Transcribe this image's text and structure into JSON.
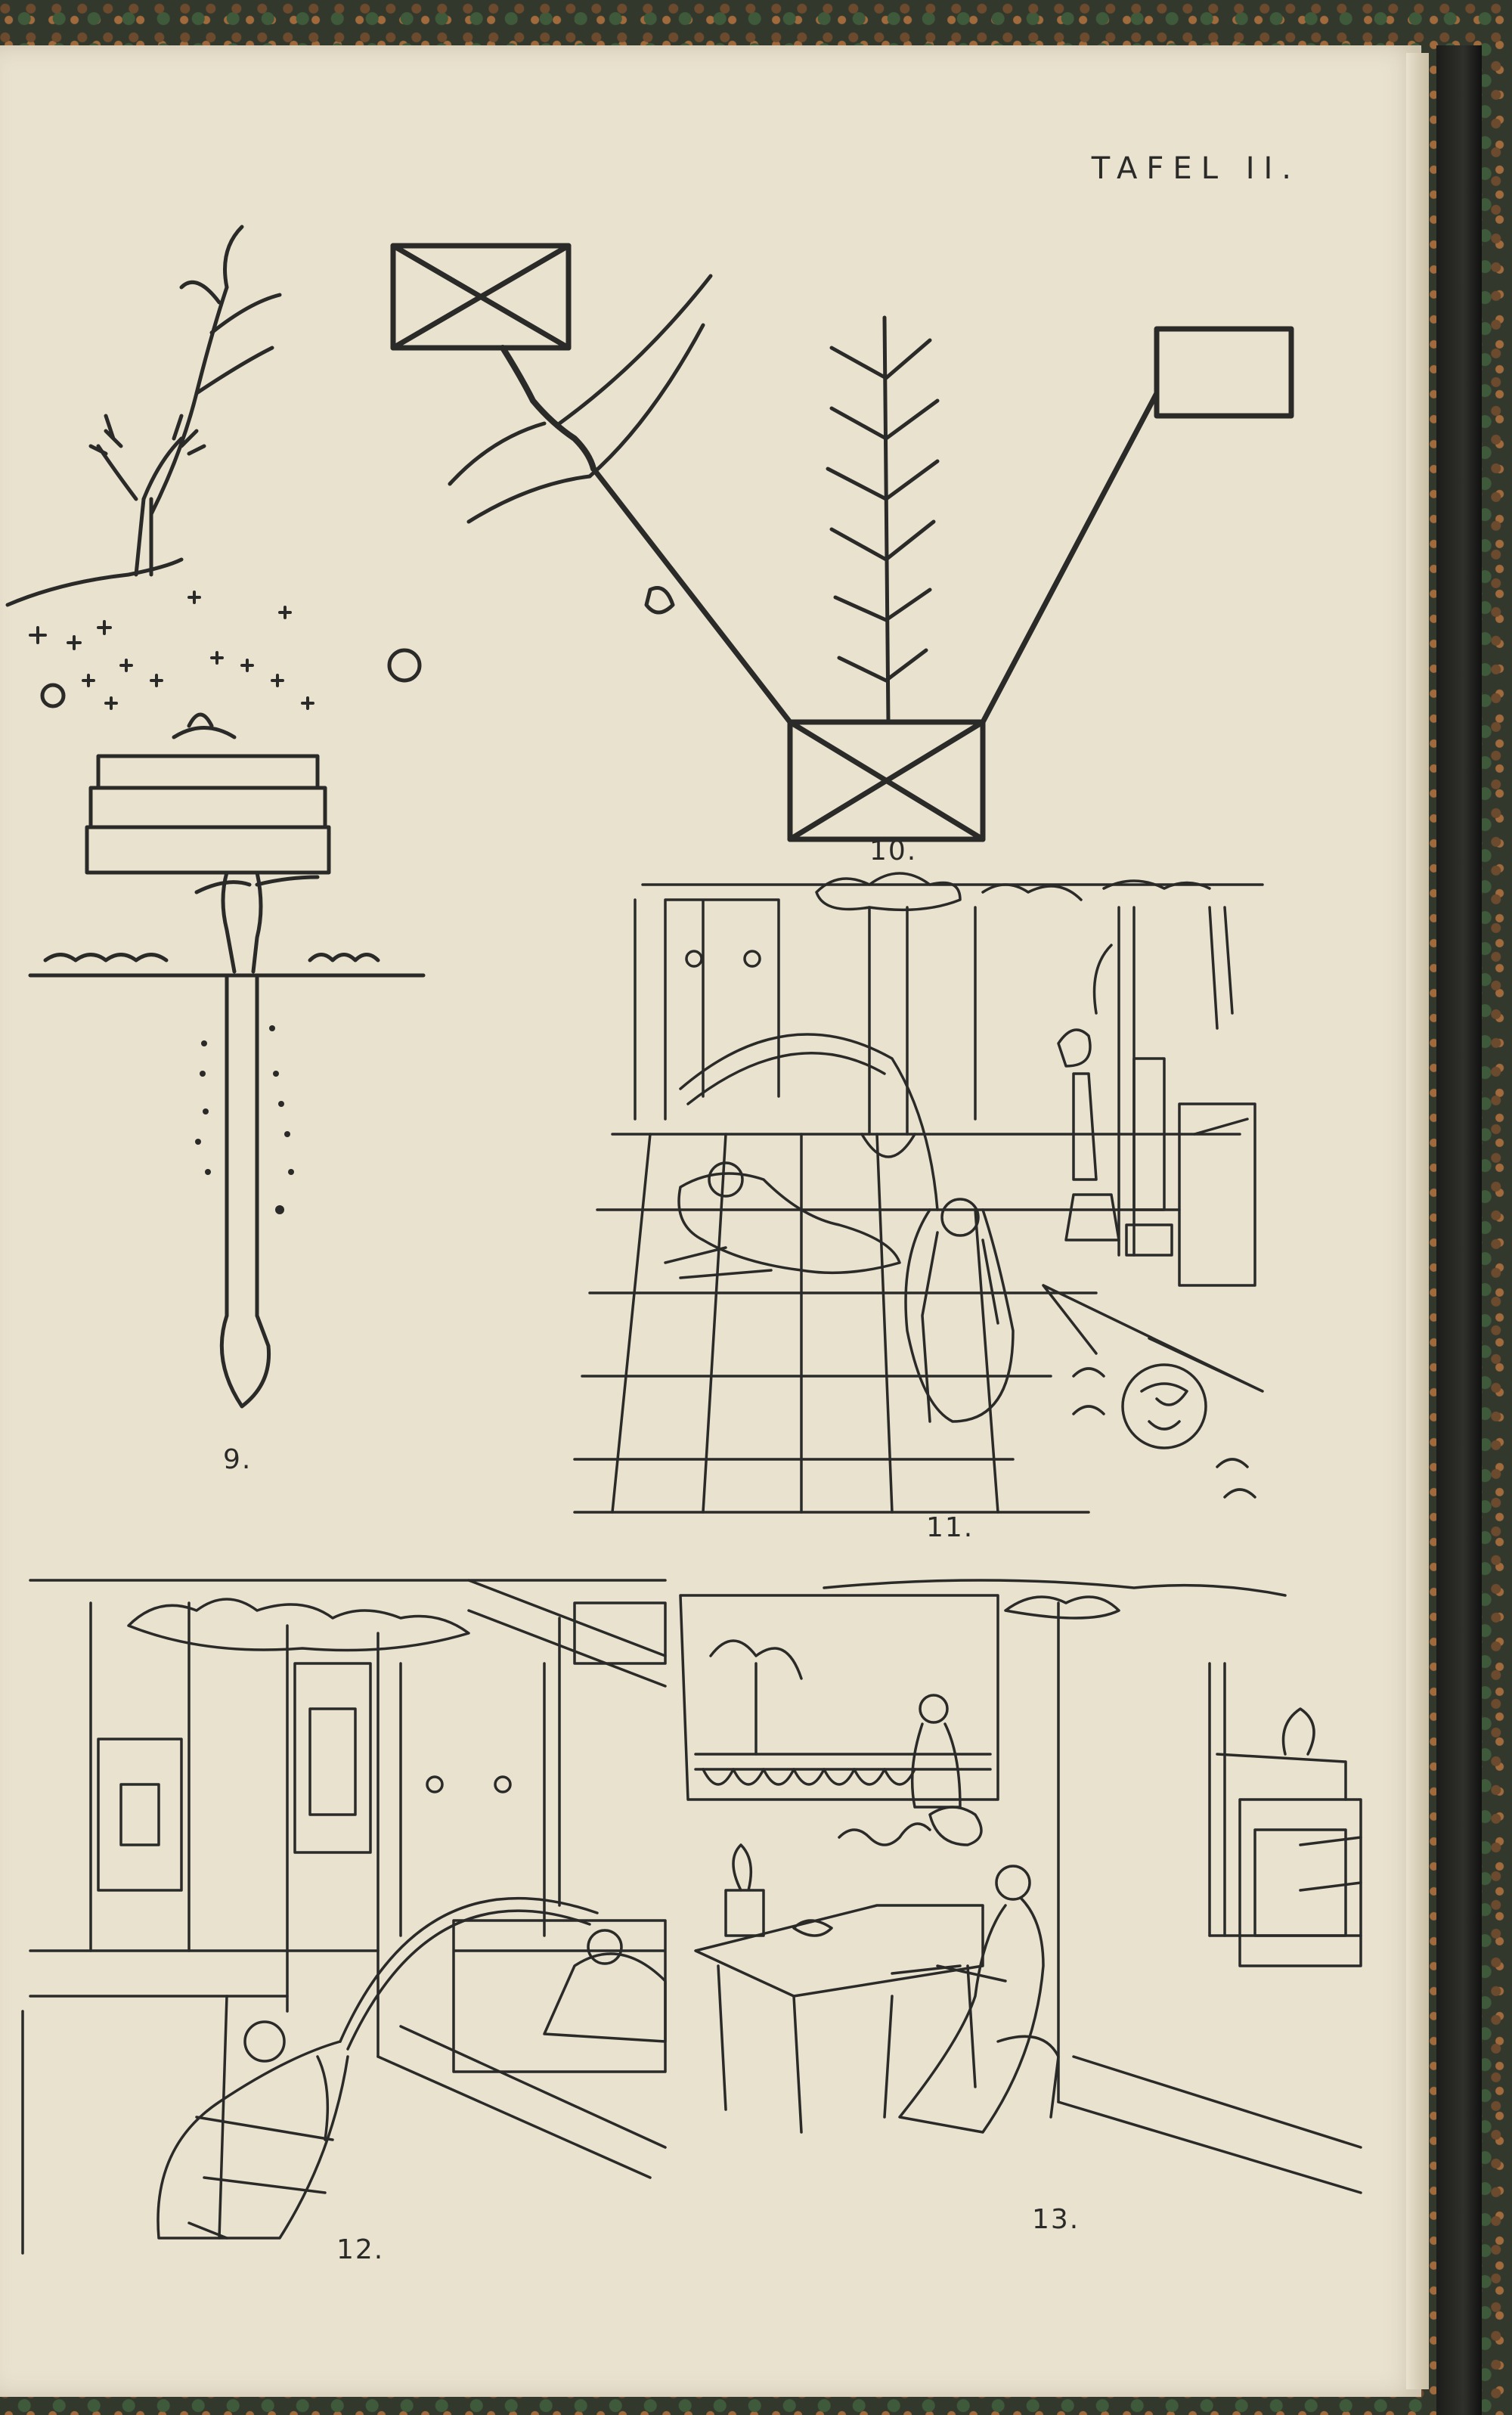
{
  "plate": {
    "title": "TAFEL II."
  },
  "figures": [
    {
      "number": "9."
    },
    {
      "number": "10."
    },
    {
      "number": "11."
    },
    {
      "number": "12."
    },
    {
      "number": "13."
    }
  ]
}
